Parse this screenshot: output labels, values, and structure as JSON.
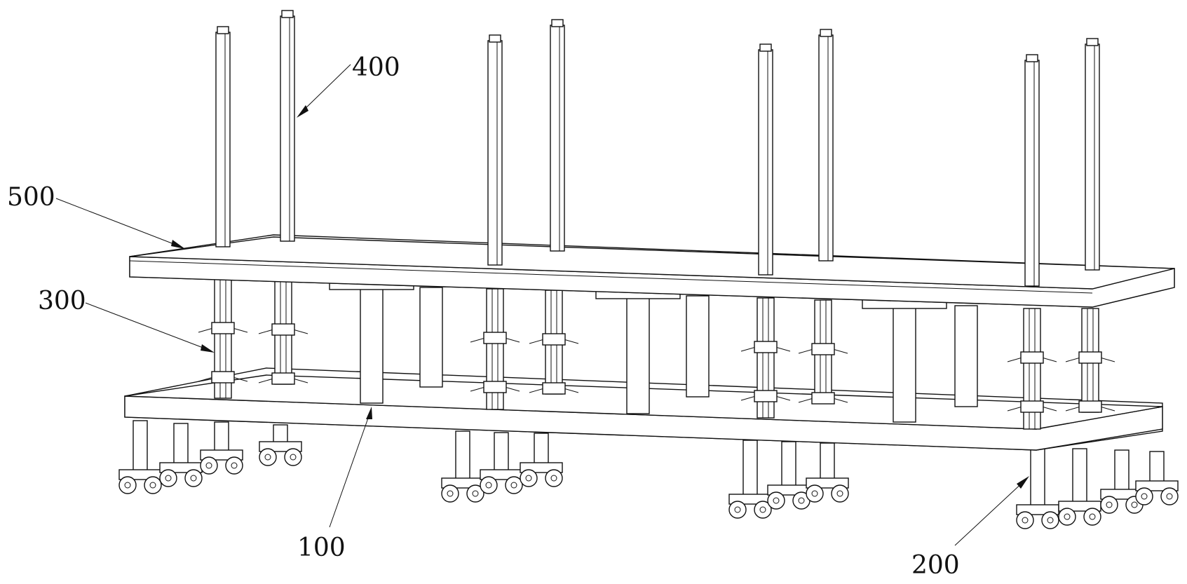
{
  "labels": {
    "l100": "100",
    "l200": "200",
    "l300": "300",
    "l400": "400",
    "l500": "500"
  },
  "colors": {
    "line": "#111111",
    "background": "#ffffff"
  }
}
